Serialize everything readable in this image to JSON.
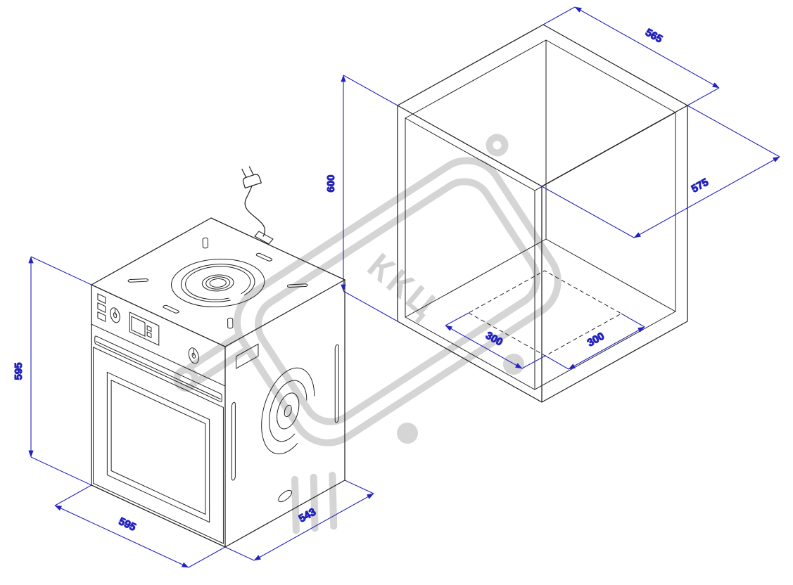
{
  "drawing": {
    "colors": {
      "dimension": "#2222bc",
      "line": "#222222",
      "watermark": "#c8c8c8"
    },
    "oven": {
      "height": "595",
      "width": "595",
      "depth": "543"
    },
    "niche": {
      "height": "600",
      "width": "565",
      "depth": "575",
      "vent_width": "300",
      "vent_depth": "300"
    },
    "watermark": {
      "text": "ККЦ"
    }
  }
}
